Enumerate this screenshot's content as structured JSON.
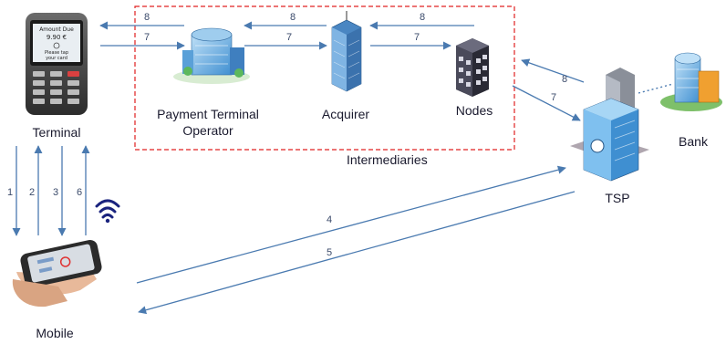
{
  "group": {
    "label": "Intermediaries"
  },
  "nodes": {
    "terminal": {
      "label": "Terminal",
      "screen_lines": [
        "Amount Due",
        "9.90 €",
        "Please tap",
        "your card"
      ]
    },
    "pto": {
      "label_line1": "Payment Terminal",
      "label_line2": "Operator"
    },
    "acquirer": {
      "label": "Acquirer"
    },
    "nodes": {
      "label": "Nodes"
    },
    "tsp": {
      "label": "TSP"
    },
    "bank": {
      "label": "Bank"
    },
    "mobile": {
      "label": "Mobile"
    }
  },
  "arrows": {
    "a1": "1",
    "a2": "2",
    "a3": "3",
    "a6": "6",
    "a4": "4",
    "a5": "5",
    "t7_1": "7",
    "t7_2": "7",
    "t7_3": "7",
    "t7_4": "7",
    "t8_1": "8",
    "t8_2": "8",
    "t8_3": "8",
    "t8_4": "8"
  },
  "colors": {
    "arrow": "#4a7ab0",
    "group_border": "#e02020",
    "text": "#1a1a2e"
  }
}
